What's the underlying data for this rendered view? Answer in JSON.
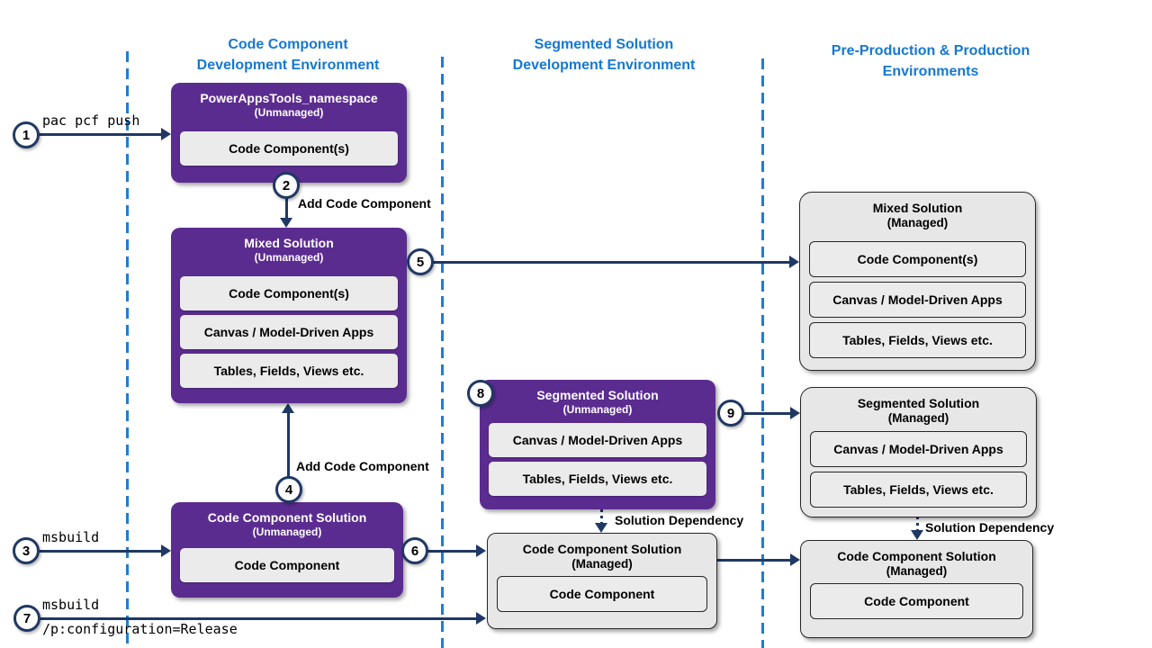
{
  "columns": [
    {
      "line1": "Code Component",
      "line2": "Development Environment"
    },
    {
      "line1": "Segmented Solution",
      "line2": "Development Environment"
    },
    {
      "line1": "Pre-Production & Production",
      "line2": "Environments"
    }
  ],
  "boxes": {
    "powerappstools_unmanaged": {
      "title": "PowerAppsTools_namespace",
      "state": "(Unmanaged)",
      "items": [
        "Code Component(s)"
      ]
    },
    "mixed_unmanaged": {
      "title": "Mixed Solution",
      "state": "(Unmanaged)",
      "items": [
        "Code Component(s)",
        "Canvas / Model-Driven Apps",
        "Tables, Fields, Views etc."
      ]
    },
    "code_component_unmanaged": {
      "title": "Code Component Solution",
      "state": "(Unmanaged)",
      "items": [
        "Code Component"
      ]
    },
    "segmented_unmanaged": {
      "title": "Segmented Solution",
      "state": "(Unmanaged)",
      "items": [
        "Canvas / Model-Driven Apps",
        "Tables, Fields, Views etc."
      ]
    },
    "mixed_managed": {
      "title": "Mixed Solution",
      "state": "(Managed)",
      "items": [
        "Code Component(s)",
        "Canvas / Model-Driven Apps",
        "Tables, Fields, Views etc."
      ]
    },
    "segmented_managed": {
      "title": "Segmented Solution",
      "state": "(Managed)",
      "items": [
        "Canvas / Model-Driven Apps",
        "Tables, Fields, Views etc."
      ]
    },
    "code_component_managed_mid": {
      "title": "Code Component Solution",
      "state": "(Managed)",
      "items": [
        "Code Component"
      ]
    },
    "code_component_managed_right": {
      "title": "Code Component Solution",
      "state": "(Managed)",
      "items": [
        "Code Component"
      ]
    }
  },
  "steps": [
    "1",
    "2",
    "3",
    "4",
    "5",
    "6",
    "7",
    "8",
    "9"
  ],
  "labels": {
    "pac_pcf_push": "pac pcf push",
    "msbuild": "msbuild",
    "msbuild_release_line1": "msbuild",
    "msbuild_release_line2": "/p:configuration=Release",
    "add_code_component_top": "Add Code Component",
    "add_code_component_bottom": "Add Code Component",
    "solution_dependency_mid": "Solution Dependency",
    "solution_dependency_right": "Solution Dependency"
  },
  "colors": {
    "purple": "#5B2C90",
    "navy": "#1F3864",
    "blue_dashed": "#1E7CD6",
    "header_blue": "#1578D2",
    "box_gray": "#E7E7E7",
    "item_gray": "#EBEBEB"
  }
}
